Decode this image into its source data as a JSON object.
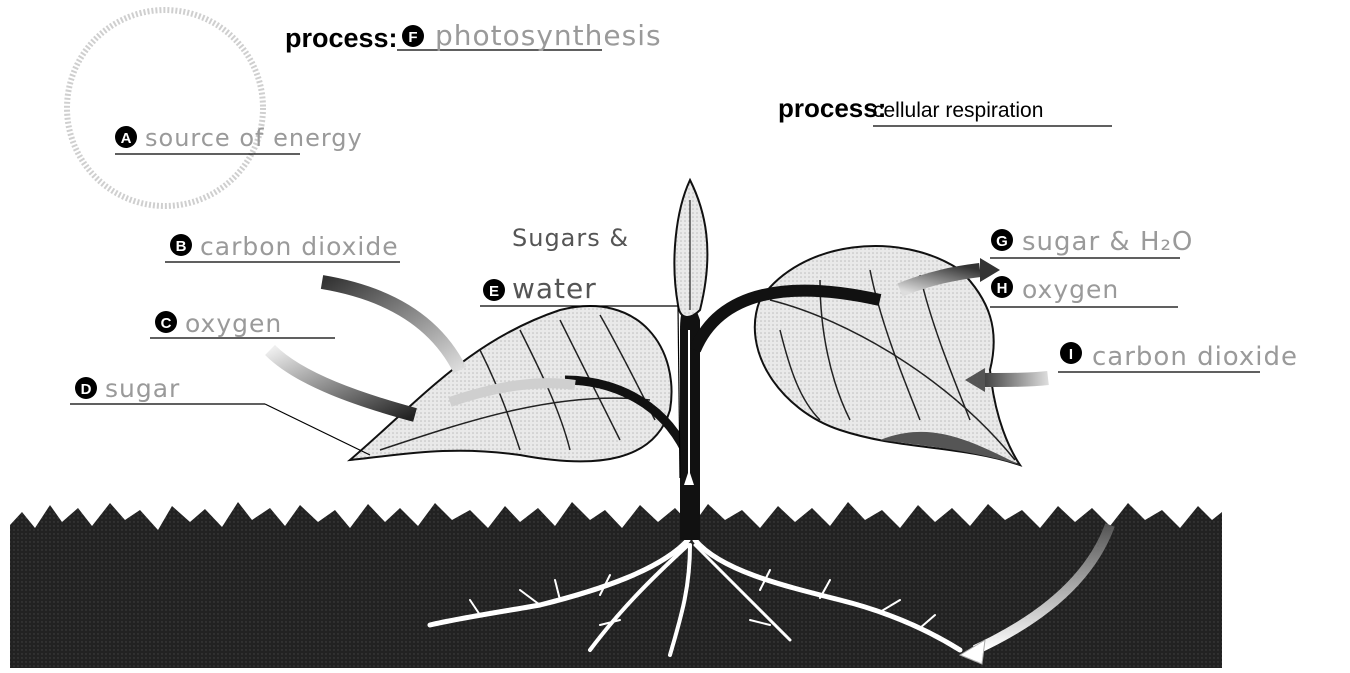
{
  "process_left": {
    "label": "process:",
    "letter": "F",
    "answer": "photosynthesis"
  },
  "process_right": {
    "label": "process:",
    "answer": "cellular respiration"
  },
  "labels": {
    "A": {
      "letter": "A",
      "answer": "source of energy"
    },
    "B": {
      "letter": "B",
      "answer": "carbon dioxide"
    },
    "C": {
      "letter": "C",
      "answer": "oxygen"
    },
    "D": {
      "letter": "D",
      "answer": "sugar"
    },
    "E": {
      "letter": "E",
      "answer_line1": "Sugars &",
      "answer_line2": "water"
    },
    "G": {
      "letter": "G",
      "answer": "sugar & H₂O"
    },
    "H": {
      "letter": "H",
      "answer": "oxygen"
    },
    "I": {
      "letter": "I",
      "answer": "carbon dioxide"
    }
  },
  "colors": {
    "ink": "#000000",
    "handwriting": "#9a9a9a",
    "soil": "#2a2a2a",
    "leaf": "#e6e6e6"
  }
}
